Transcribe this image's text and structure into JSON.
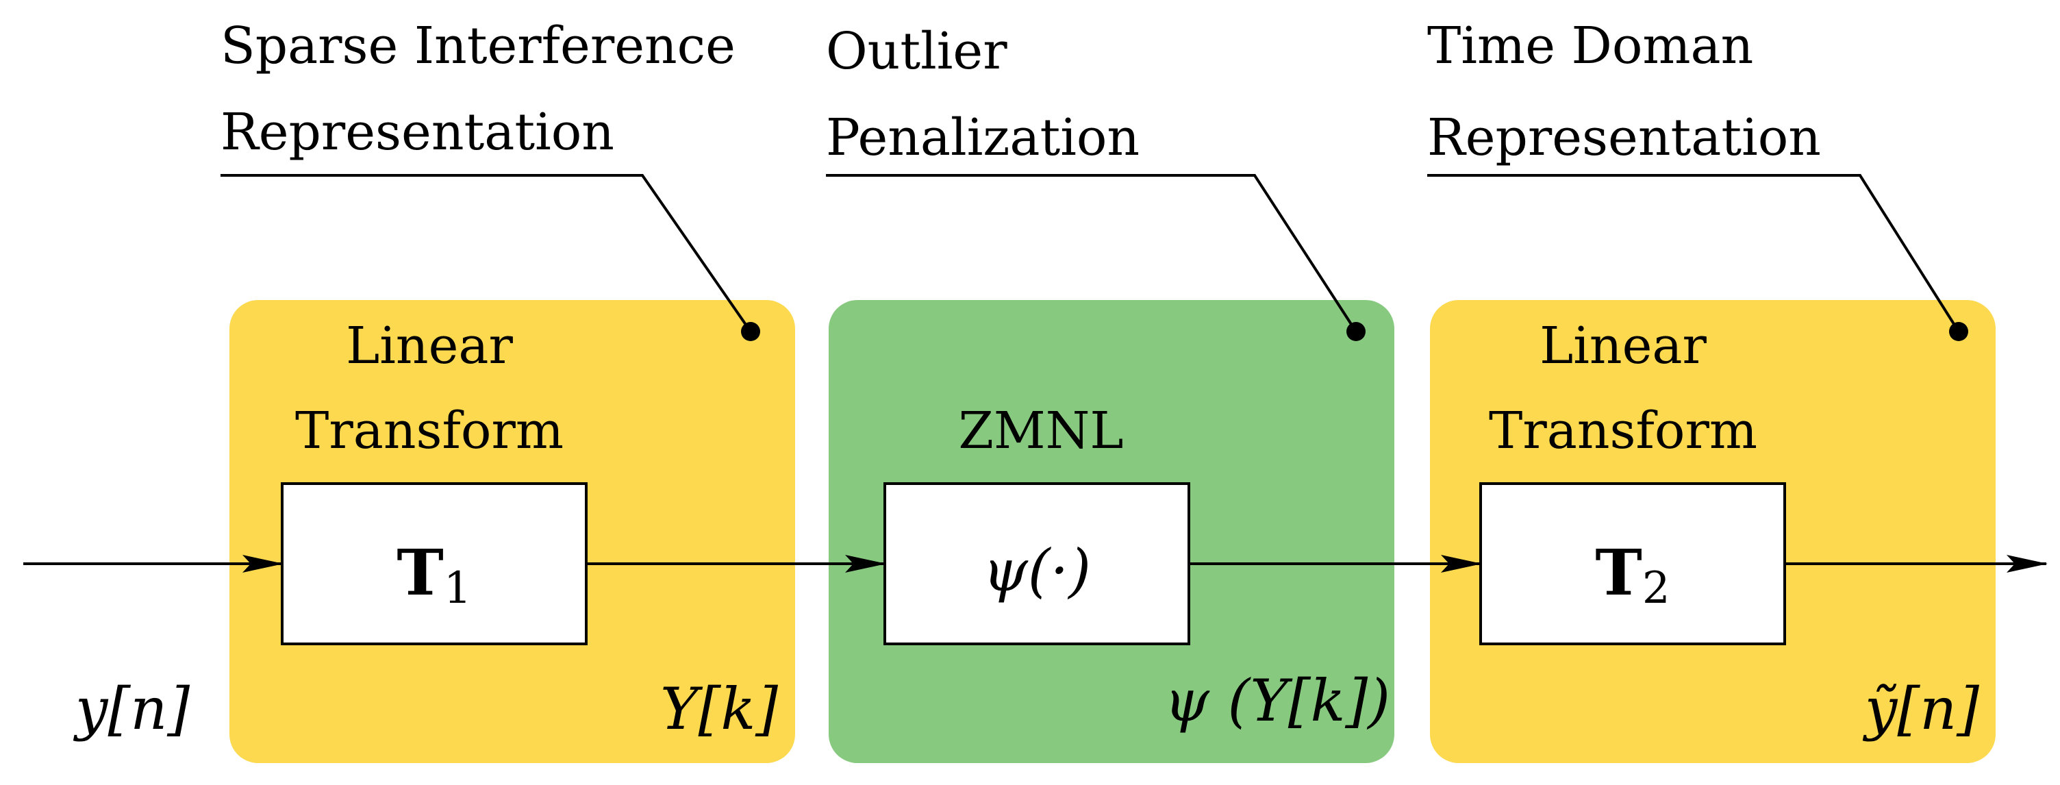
{
  "colors": {
    "yellow_block": "#fcd94f",
    "green_block": "#88c980",
    "box_fill": "#ffffff",
    "stroke": "#000000"
  },
  "stages": [
    {
      "id": "stage1",
      "annotation": [
        "Sparse Interference",
        "Representation"
      ],
      "block_title": [
        "Linear",
        "Transform"
      ],
      "operator": {
        "symbol": "T",
        "subscript": "1",
        "style": "bold"
      },
      "output_label": "Y[k]"
    },
    {
      "id": "stage2",
      "annotation": [
        "Outlier",
        "Penalization"
      ],
      "block_title": [
        "ZMNL"
      ],
      "operator": {
        "symbol": "ψ(·)",
        "style": "italic"
      },
      "output_label": "ψ (Y[k])"
    },
    {
      "id": "stage3",
      "annotation": [
        "Time Doman",
        "Representation"
      ],
      "block_title": [
        "Linear",
        "Transform"
      ],
      "operator": {
        "symbol": "T",
        "subscript": "2",
        "style": "bold"
      },
      "output_label": "ỹ[n]"
    }
  ],
  "input_label": "y[n]"
}
